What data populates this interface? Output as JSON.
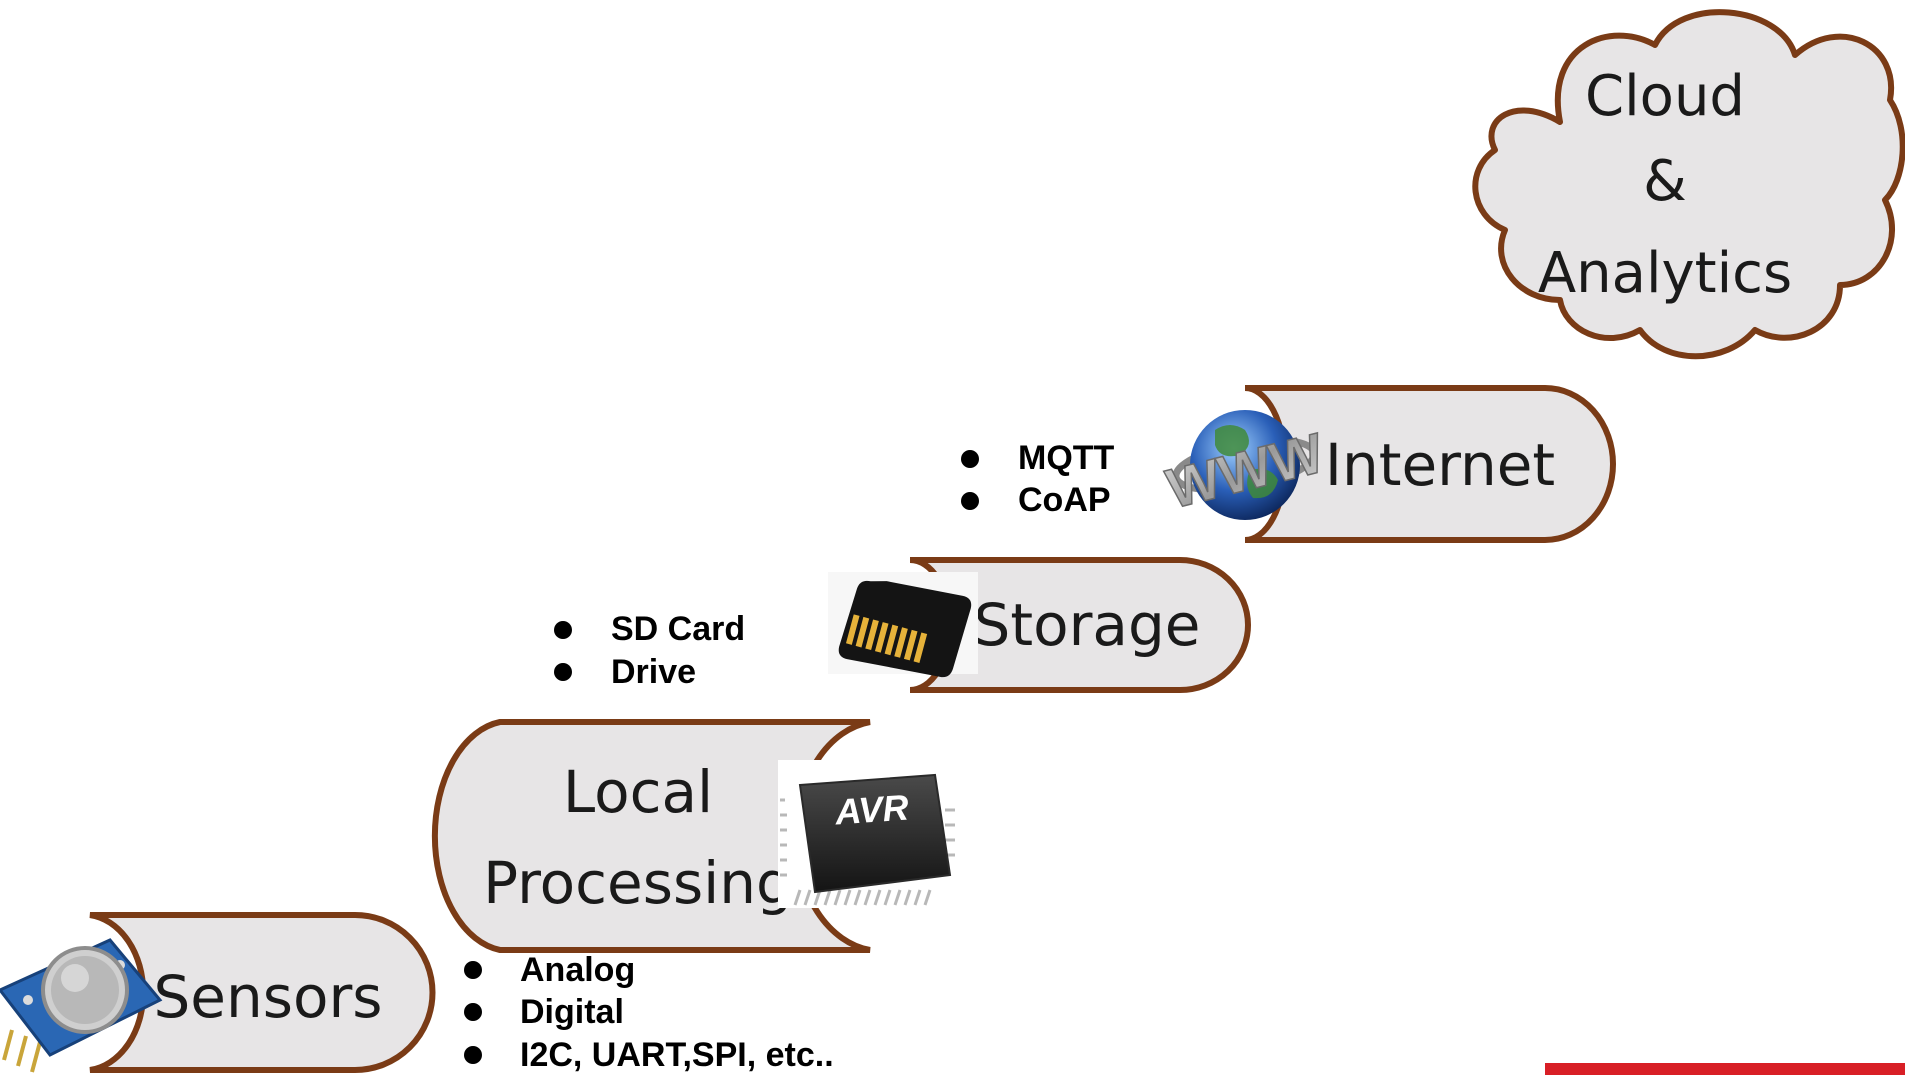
{
  "colors": {
    "outline": "#7a3b16",
    "fill": "#e7e5e6",
    "text": "#1a1a1a",
    "brand_red": "#d81f26"
  },
  "stages": {
    "sensors": {
      "label": "Sensors"
    },
    "processing": {
      "line1": "Local",
      "line2": "Processing"
    },
    "storage": {
      "label": "Storage"
    },
    "internet": {
      "label": "Internet"
    },
    "cloud": {
      "line1": "Cloud",
      "line2": "&",
      "line3": "Analytics"
    }
  },
  "lists": {
    "interfaces": [
      "Analog",
      "Digital",
      "I2C, UART,SPI, etc.."
    ],
    "storage_media": [
      "SD Card",
      "Drive"
    ],
    "protocols": [
      "MQTT",
      "CoAP"
    ]
  },
  "icons": {
    "sensor": "gas-sensor-module-icon",
    "processor": "avr-chip-icon",
    "storage": "sd-card-icon",
    "internet": "www-globe-icon"
  },
  "chip_text": "AVR",
  "www_text": "WWW"
}
